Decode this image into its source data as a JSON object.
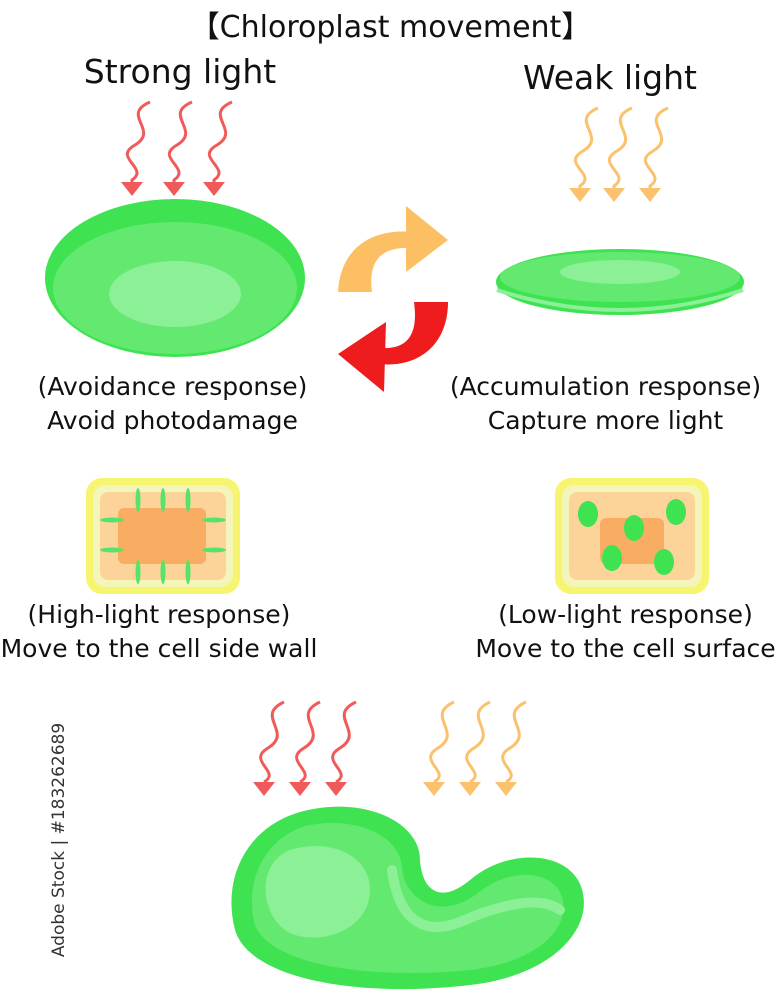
{
  "title": "【Chloroplast movement】",
  "strong_light": {
    "label": "Strong light",
    "response": "(Avoidance response)",
    "purpose": "Avoid photodamage",
    "cell_response": "(High-light response)",
    "cell_result": "Move to the cell side wall",
    "color": "#f15a5a"
  },
  "weak_light": {
    "label": "Weak light",
    "response": "(Accumulation response)",
    "purpose": "Capture more light",
    "cell_response": "(Low-light response)",
    "cell_result": "Move to the cell surface",
    "color": "#fbc16d"
  },
  "colors": {
    "chloroplast": "#3fe351",
    "chloroplast_light": "#8bf096",
    "cycle_yellow": "#fdbf63",
    "cycle_red": "#ee1c1c",
    "cell_wall": "#f4f59a",
    "cell_body": "#fcd49a",
    "nucleus": "#f8ad63"
  },
  "watermark": "Adobe Stock | #183262689"
}
